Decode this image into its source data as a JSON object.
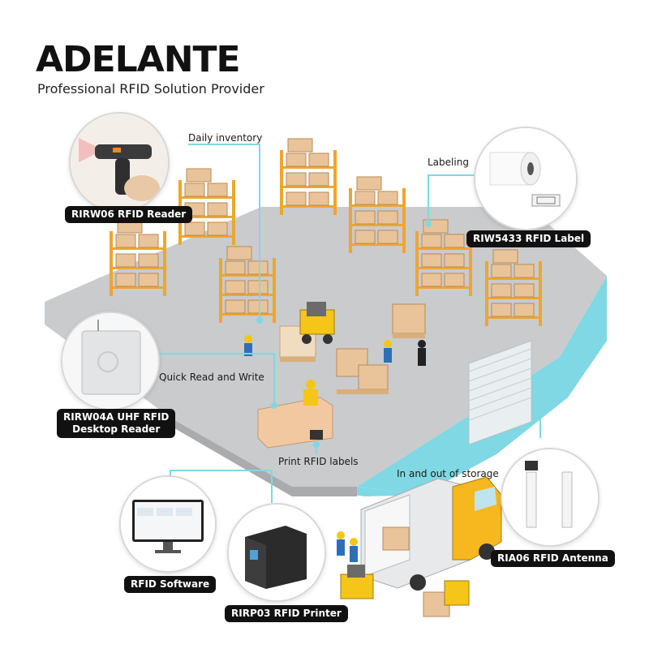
{
  "brand": {
    "name": "ADELANTE",
    "tagline": "Professional RFID Solution Provider"
  },
  "callouts": {
    "daily_inventory": "Daily inventory",
    "labeling": "Labeling",
    "quick_read_write": "Quick Read and Write",
    "print_labels": "Print RFID labels",
    "in_out_storage": "In and out of storage"
  },
  "products": {
    "reader": "RIRW06 RFID Reader",
    "label": "RIW5433 RFID Label",
    "desktop_reader_line1": "RIRW04A UHF RFID",
    "desktop_reader_line2": "Desktop Reader",
    "software": "RFID Software",
    "printer": "RIRP03 RFID Printer",
    "antenna": "RIA06 RFID Antenna"
  },
  "colors": {
    "accent_cyan": "#7fd8e3",
    "floor_gray": "#c9cbcd",
    "shelf_orange": "#f0a530",
    "box_tan": "#e9c49a",
    "pallet_brown": "#d9b07a",
    "forklift_yellow": "#f5c518",
    "truck_orange": "#f6b81e",
    "pill_black": "#111111"
  }
}
